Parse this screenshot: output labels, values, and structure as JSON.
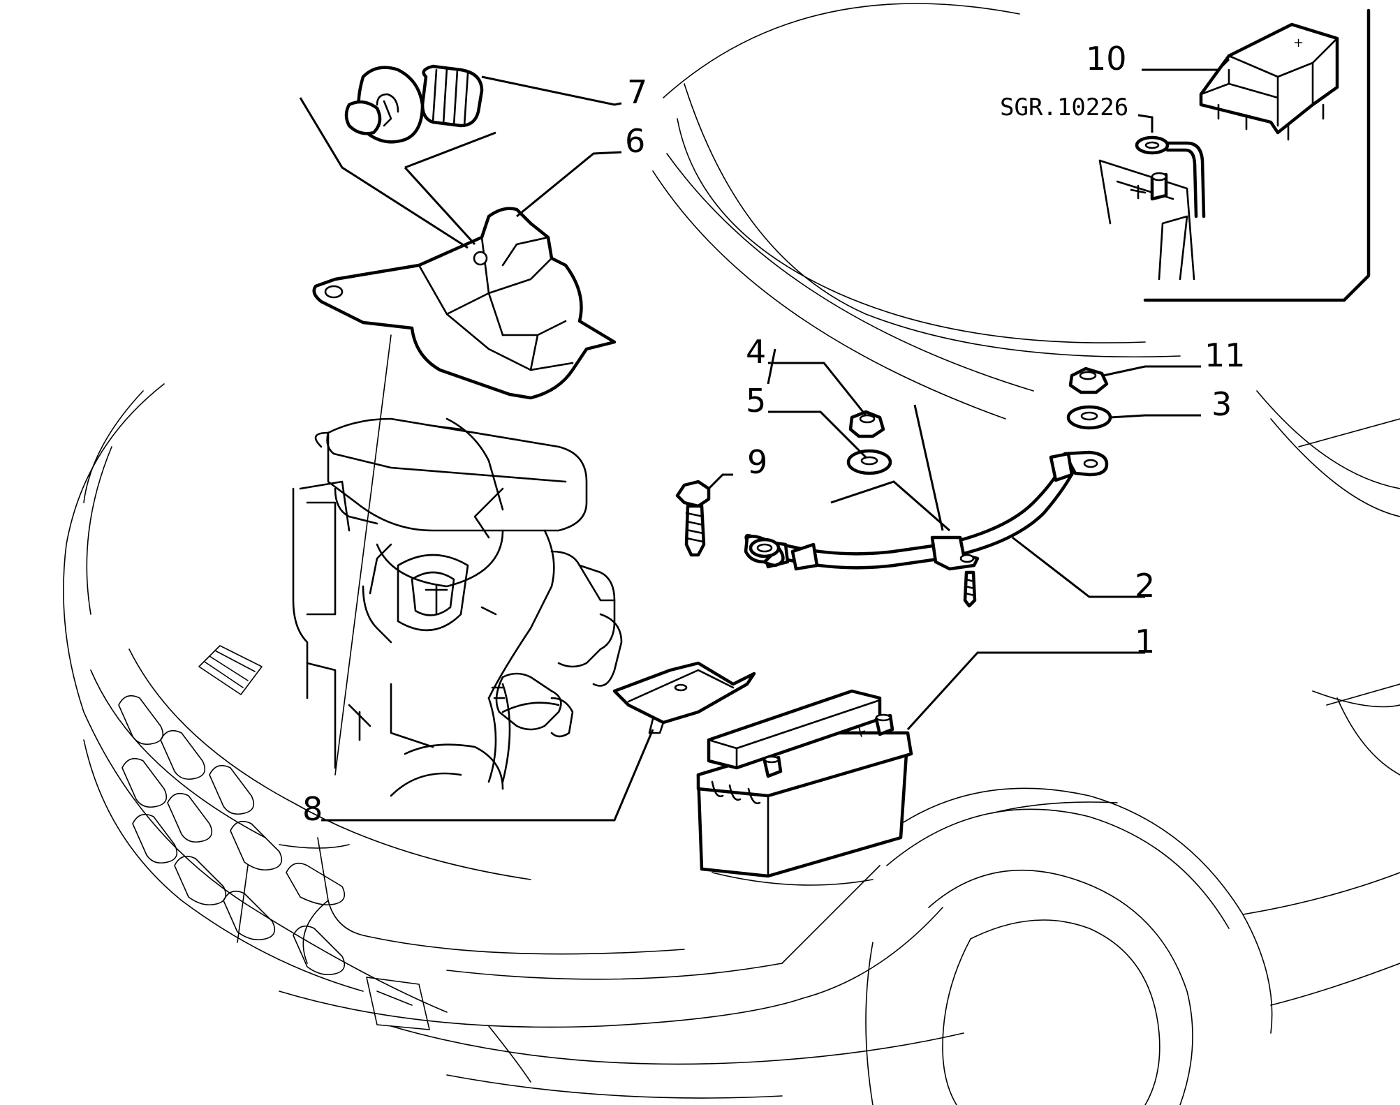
{
  "diagram": {
    "callouts": [
      {
        "id": "1",
        "text": "1"
      },
      {
        "id": "2",
        "text": "2"
      },
      {
        "id": "3",
        "text": "3"
      },
      {
        "id": "4",
        "text": "4"
      },
      {
        "id": "5",
        "text": "5"
      },
      {
        "id": "6",
        "text": "6"
      },
      {
        "id": "7",
        "text": "7"
      },
      {
        "id": "8",
        "text": "8"
      },
      {
        "id": "9",
        "text": "9"
      },
      {
        "id": "10",
        "text": "10"
      },
      {
        "id": "11",
        "text": "11"
      }
    ],
    "inset_reference": "SGR.10226",
    "terminal_symbol": "+"
  }
}
